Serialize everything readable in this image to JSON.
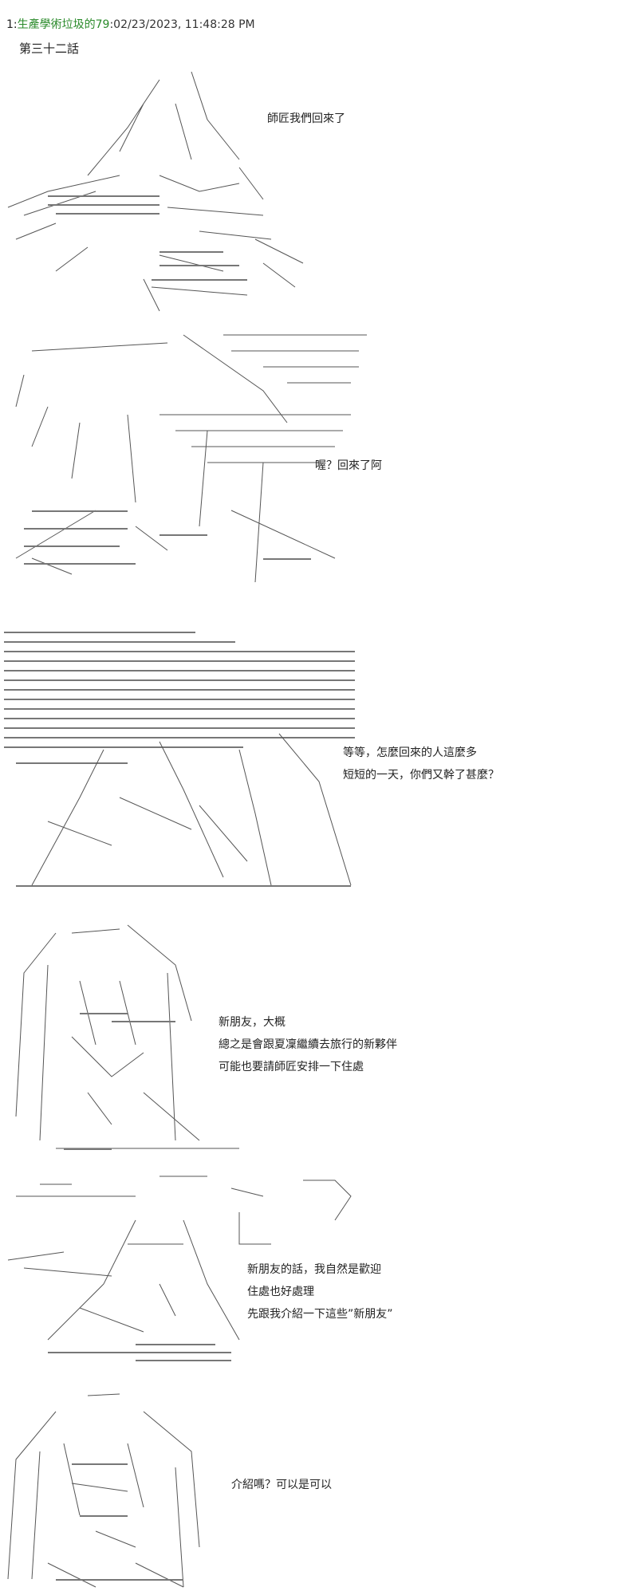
{
  "header": {
    "post_number": "1:",
    "poster_name": "生產學術垃圾的79",
    "timestamp": ":02/23/2023, 11:48:28 PM"
  },
  "chapter_title": "第三十二話",
  "panels": [
    {
      "lines": [
        "師匠我們回來了"
      ]
    },
    {
      "lines": [
        "喔？回來了阿"
      ]
    },
    {
      "lines": [
        "等等，怎麼回來的人這麼多",
        "短短的一天，你們又幹了甚麼？"
      ]
    },
    {
      "lines": [
        "新朋友，大概",
        "總之是會跟夏凜繼續去旅行的新夥伴",
        "可能也要請師匠安排一下住處"
      ]
    },
    {
      "lines": [
        "新朋友的話，我自然是歡迎",
        "住處也好處理",
        "先跟我介紹一下這些”新朋友”"
      ]
    },
    {
      "lines": [
        "介紹嗎？可以是可以"
      ]
    }
  ]
}
